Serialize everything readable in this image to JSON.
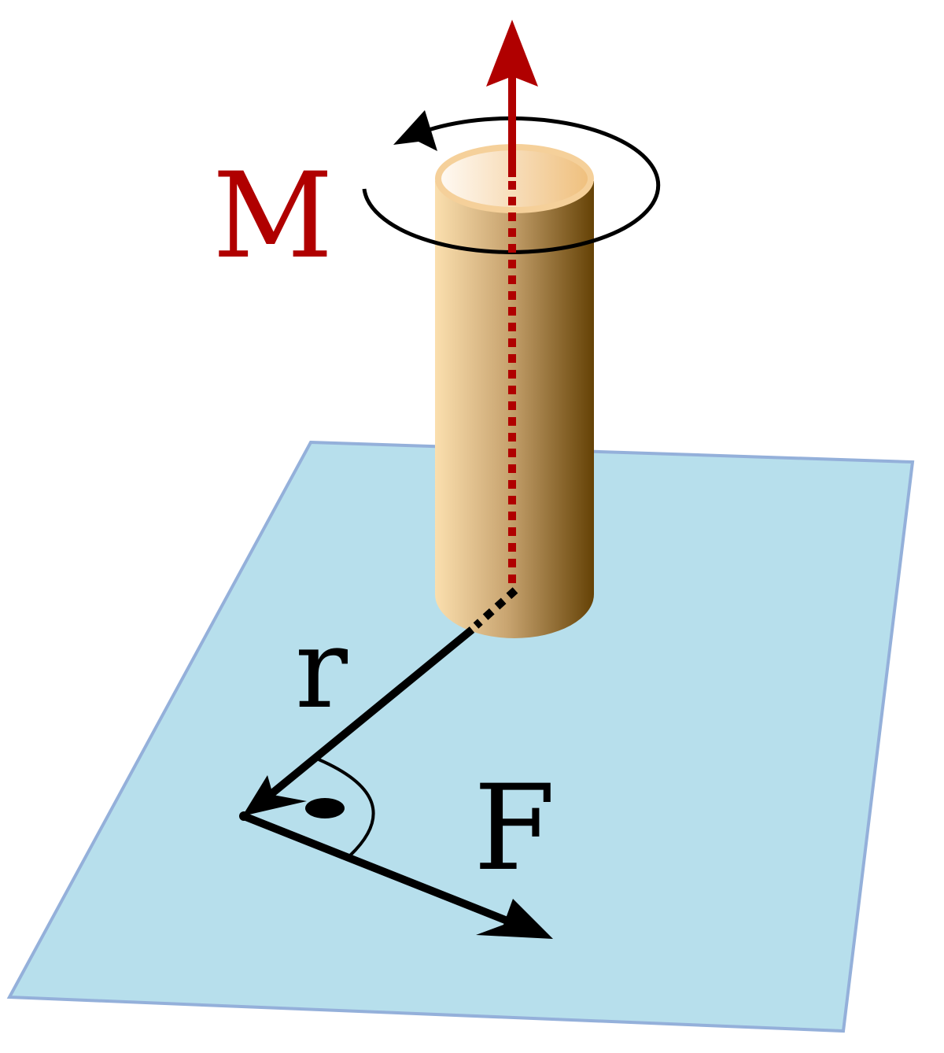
{
  "labels": {
    "moment": "M",
    "radius": "r",
    "force": "F"
  },
  "colors": {
    "plane_fill": "#b7dfec",
    "plane_stroke": "#94b0da",
    "moment_red": "#b00000",
    "cylinder_light": "#fbdfae",
    "cylinder_dark": "#654206",
    "vector_black": "#000000"
  }
}
